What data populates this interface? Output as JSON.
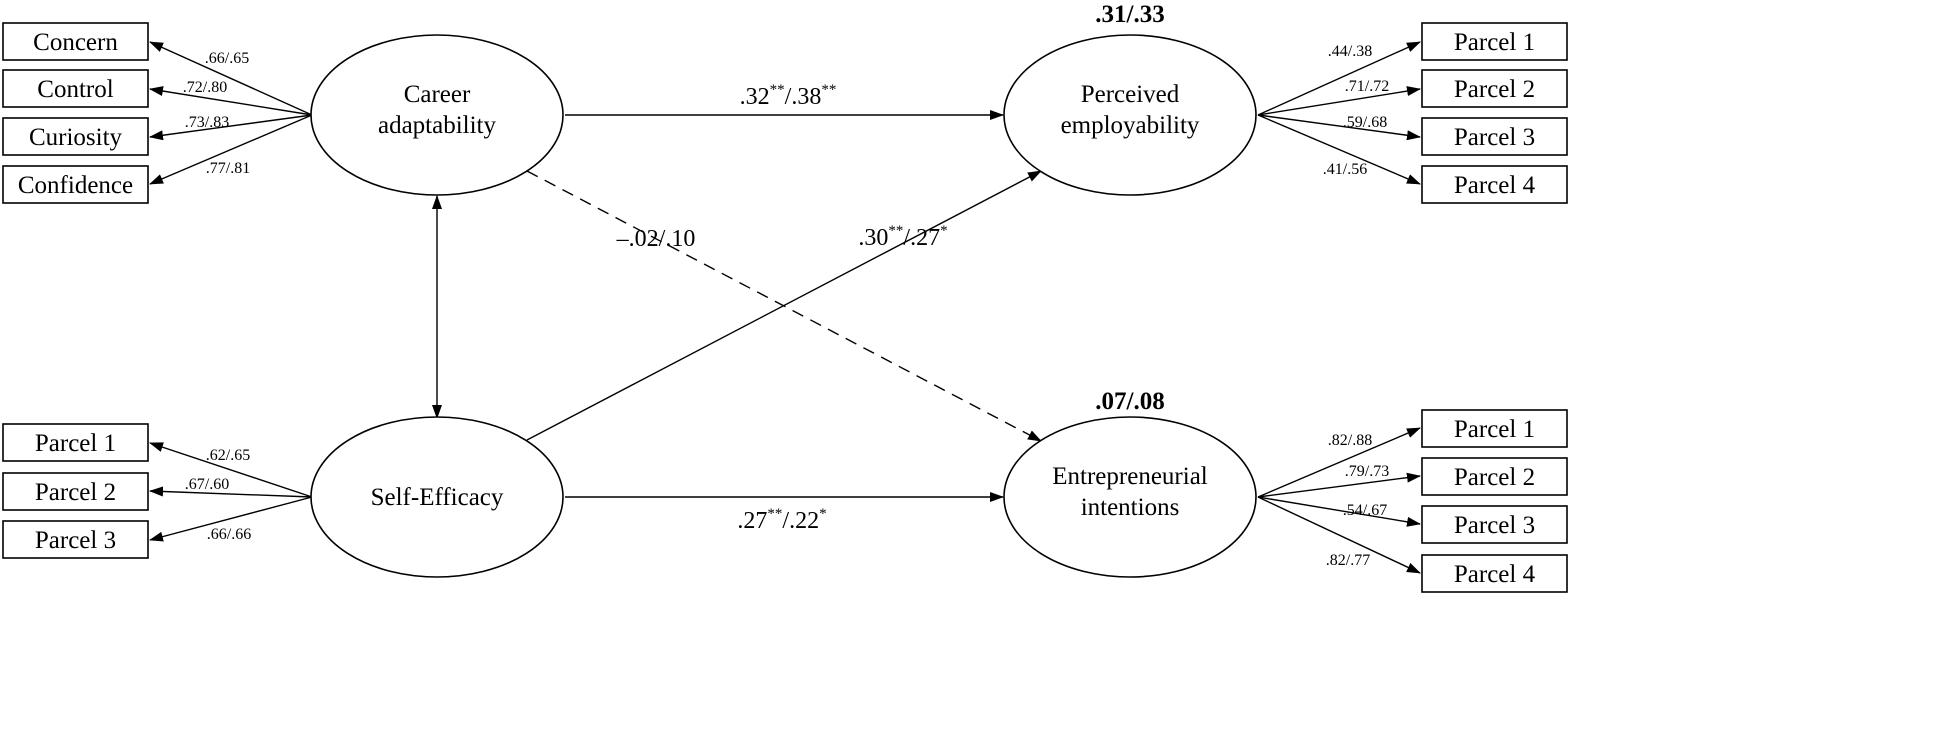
{
  "latents": {
    "career_adaptability": [
      "Career",
      "adaptability"
    ],
    "self_efficacy": [
      "Self-Efficacy"
    ],
    "perceived_employability": [
      "Perceived",
      "employability"
    ],
    "entrepreneurial_intentions": [
      "Entrepreneurial",
      "intentions"
    ]
  },
  "indicators": {
    "career_adaptability": [
      "Concern",
      "Control",
      "Curiosity",
      "Confidence"
    ],
    "self_efficacy": [
      "Parcel 1",
      "Parcel 2",
      "Parcel 3"
    ],
    "perceived_employability": [
      "Parcel 1",
      "Parcel 2",
      "Parcel 3",
      "Parcel 4"
    ],
    "entrepreneurial_intentions": [
      "Parcel 1",
      "Parcel 2",
      "Parcel 3",
      "Parcel 4"
    ]
  },
  "loadings": {
    "career_adaptability": [
      ".66/.65",
      ".72/.80",
      ".73/.83",
      ".77/.81"
    ],
    "self_efficacy": [
      ".62/.65",
      ".67/.60",
      ".66/.66"
    ],
    "perceived_employability": [
      ".44/.38",
      ".71/.72",
      ".59/.68",
      ".41/.56"
    ],
    "entrepreneurial_intentions": [
      ".82/.88",
      ".79/.73",
      ".54/.67",
      ".82/.77"
    ]
  },
  "r_squared": {
    "perceived_employability": ".31/.33",
    "entrepreneurial_intentions": ".07/.08"
  },
  "paths": {
    "ca_to_pe": {
      "a": ".32",
      "a_sig": "**",
      "b": "/.38",
      "b_sig": "**"
    },
    "se_to_pe": {
      "a": ".30",
      "a_sig": "**",
      "b": "/.27",
      "b_sig": "*"
    },
    "se_to_ei": {
      "a": ".27",
      "a_sig": "**",
      "b": "/.22",
      "b_sig": "*"
    },
    "ca_to_ei": {
      "text": "–.02/.10"
    }
  }
}
